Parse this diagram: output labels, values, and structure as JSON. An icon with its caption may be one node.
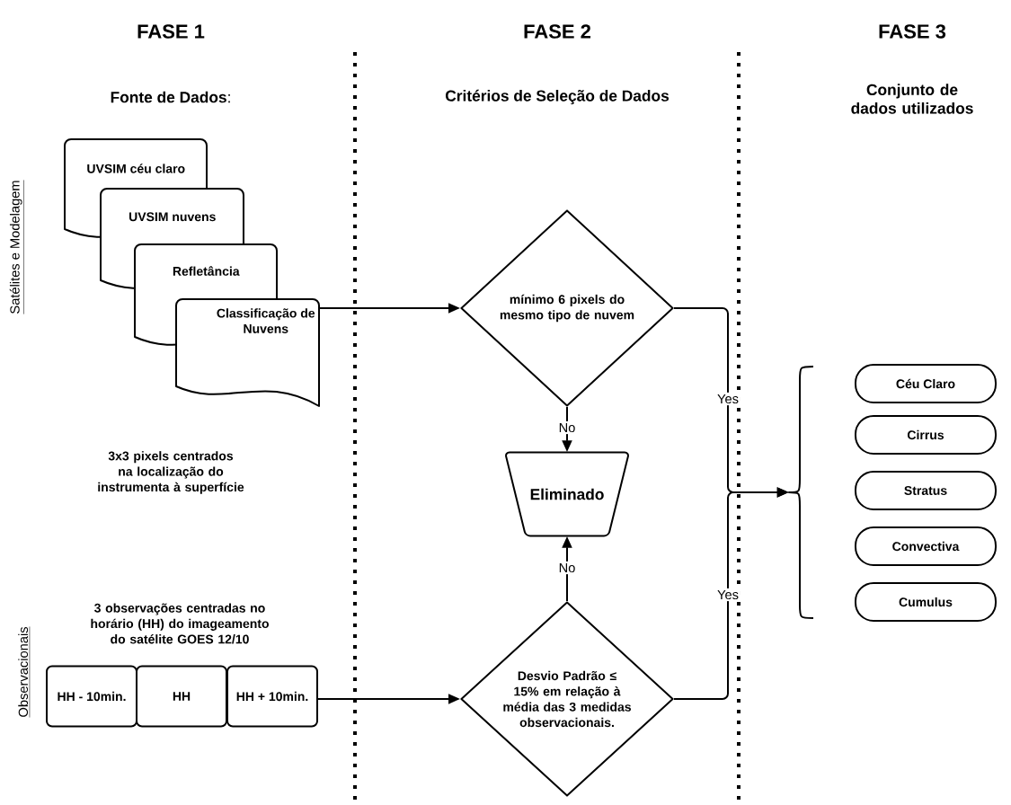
{
  "diagram": {
    "nodes": [
      {
        "text": [
          "UVSIM céu claro"
        ]
      },
      {
        "text": [
          "UVSIM nuvens"
        ]
      },
      {
        "text": [
          "Refletância"
        ]
      },
      {
        "text": [
          "Classificação de Nuvens"
        ]
      },
      {
        "text": [
          "mínimo 6 pixels do mesmo tipo de nuvem"
        ]
      },
      {
        "text": [
          "Eliminado"
        ]
      },
      {
        "text": [
          "HH - 10min."
        ]
      },
      {
        "text": [
          "HH"
        ]
      },
      {
        "text": [
          "HH + 10min."
        ]
      },
      {
        "text": [
          "Desvio Padrão ≤ 15% em relação à média das 3 medidas observacionais."
        ]
      },
      {
        "text": [],
        "shape": "brace"
      },
      {
        "text": [
          "Céu Claro"
        ]
      },
      {
        "text": [
          "Cirrus"
        ]
      },
      {
        "text": [
          "Stratus"
        ]
      },
      {
        "text": [
          "Convectiva"
        ]
      },
      {
        "text": [
          "Cumulus"
        ]
      }
    ],
    "edges": [
      {
        "from": 3,
        "to": 4,
        "arrow": "to"
      },
      {
        "from": 4,
        "to": 5,
        "arrow": "to",
        "label": "No"
      },
      {
        "from": 9,
        "to": 5,
        "arrow": "to",
        "label": "No"
      },
      {
        "from": 4,
        "to": 10,
        "arrow": "to",
        "label": "Yes"
      },
      {
        "from": 9,
        "to": 10,
        "arrow": "to",
        "label": "Yes"
      },
      {
        "from": 8,
        "to": 9,
        "arrow": "to"
      }
    ],
    "labels": [
      "FASE 1",
      "FASE 2",
      "FASE 3",
      "**Fonte de Dados**:",
      "Critérios de Seleção de Dados",
      "Conjunto de dados utilizados",
      "Satélites e Modelagem",
      "3x3 pixels centrados na localização do instrumenta à superfície",
      "3 observações centradas no horário (HH) do imageamento do satélite GOES 12/10",
      "Observacionais"
    ]
  }
}
